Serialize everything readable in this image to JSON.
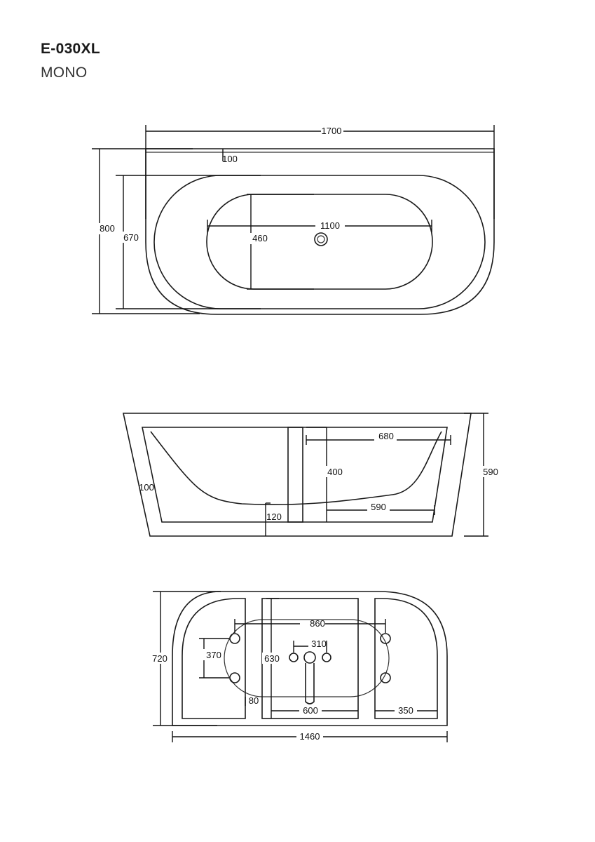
{
  "header": {
    "model": "E-030XL",
    "series": "MONO"
  },
  "top_view": {
    "overall_length": "1700",
    "rim_offset": "100",
    "overall_width": "800",
    "outer_bowl_width": "670",
    "inner_length": "1100",
    "inner_width": "460"
  },
  "side_view": {
    "wall_thickness": "100",
    "base_height": "120",
    "inner_depth": "400",
    "bowl_top_length": "680",
    "bowl_bottom_length": "590",
    "overall_height": "590"
  },
  "base_view": {
    "overall_depth": "720",
    "foot_spacing_depth": "370",
    "center_block_depth": "630",
    "foot_spacing_length": "860",
    "center_pipe_spacing": "310",
    "foot_inset": "80",
    "center_block_width": "600",
    "side_block_width": "350",
    "overall_length": "1460"
  }
}
